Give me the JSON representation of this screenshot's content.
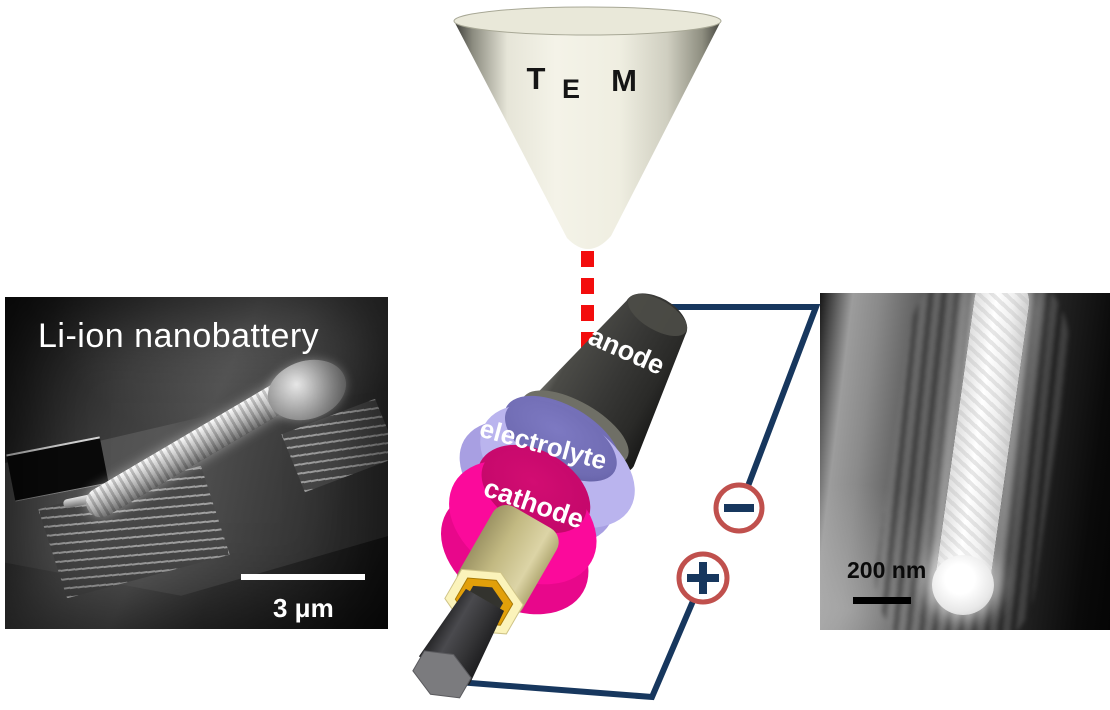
{
  "scene": {
    "background": "#ffffff",
    "tem_probe": {
      "letters": {
        "t": "T",
        "e": "E",
        "m": "M"
      },
      "body_light": "#f3f2e7",
      "body_dark": "#3c3c36"
    },
    "electron_beam": {
      "color": "#f30d0d"
    },
    "nanobattery": {
      "anode_label": "anode",
      "electrolyte_label": "electrolyte",
      "cathode_label": "cathode",
      "anode_color": "#333331",
      "anode_rim_color": "#6f6f66",
      "electrolyte_face_color": "#6f6bb2",
      "electrolyte_ring_color": "#bab4ee",
      "cathode_face_color": "#c3076a",
      "cathode_ring_color": "#fb0a9b",
      "core_color": "#c6bd86",
      "core_ring_outer_color": "#fbf3ba",
      "core_ring_inner_color": "#e2a00a",
      "rod_color": "#3a3a3c"
    },
    "circuit": {
      "wire_color": "#17375e",
      "terminal_ring_color": "#c0504d",
      "negative_symbol": "−",
      "positive_symbol": "+"
    },
    "sem_panel": {
      "title": "Li-ion nanobattery",
      "scale_label": "3 μm"
    },
    "tem_panel": {
      "scale_label": "200 nm"
    }
  }
}
